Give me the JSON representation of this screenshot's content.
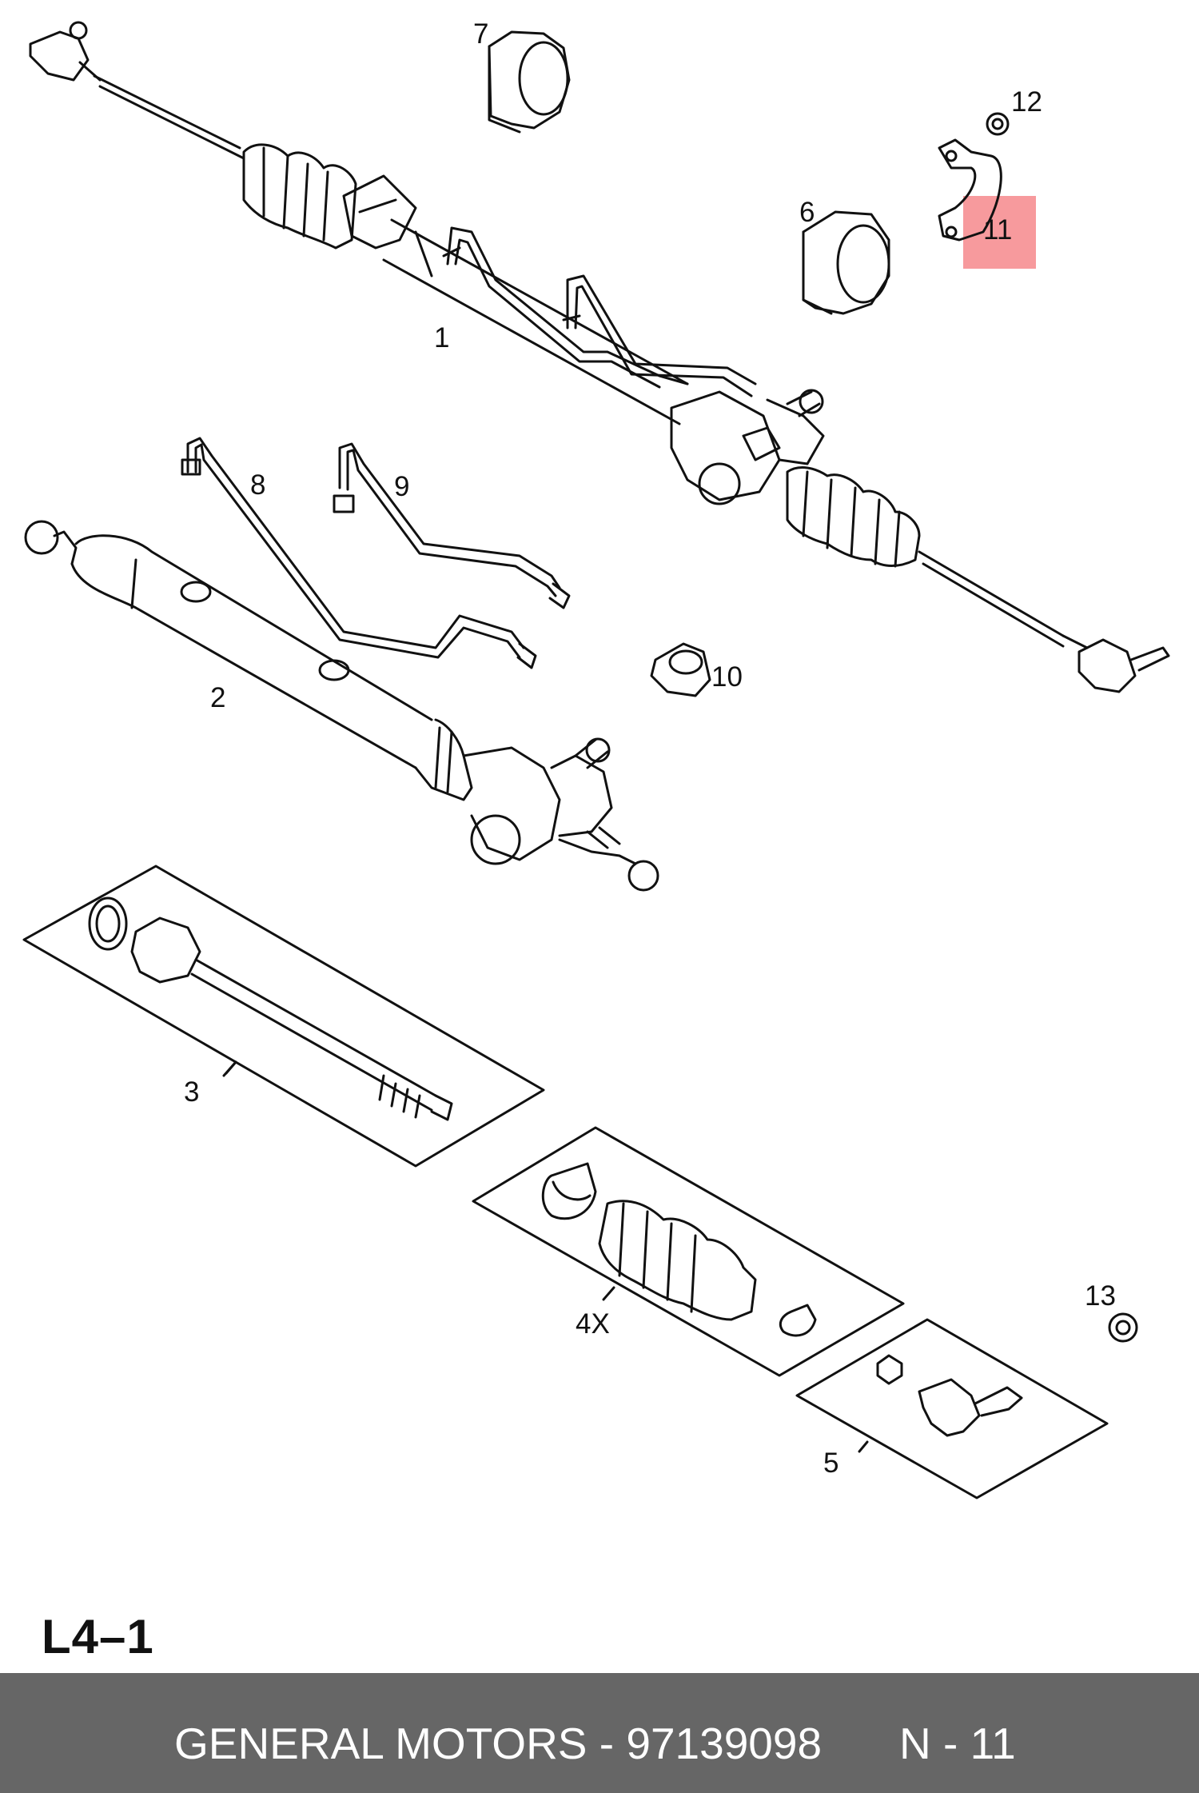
{
  "diagram": {
    "page_code": "L4–1",
    "highlight_color": "#f79a9d",
    "callouts": [
      {
        "id": "c1",
        "label": "1"
      },
      {
        "id": "c2",
        "label": "2"
      },
      {
        "id": "c3",
        "label": "3"
      },
      {
        "id": "c4",
        "label": "4X"
      },
      {
        "id": "c5",
        "label": "5"
      },
      {
        "id": "c6",
        "label": "6"
      },
      {
        "id": "c7",
        "label": "7"
      },
      {
        "id": "c8",
        "label": "8"
      },
      {
        "id": "c9",
        "label": "9"
      },
      {
        "id": "c10",
        "label": "10"
      },
      {
        "id": "c11",
        "label": "11"
      },
      {
        "id": "c12",
        "label": "12"
      },
      {
        "id": "c13",
        "label": "13"
      }
    ],
    "highlighted_part": "11"
  },
  "footer": {
    "brand_part": "GENERAL MOTORS - 97139098",
    "position": "N - 11",
    "background": "#666666"
  }
}
